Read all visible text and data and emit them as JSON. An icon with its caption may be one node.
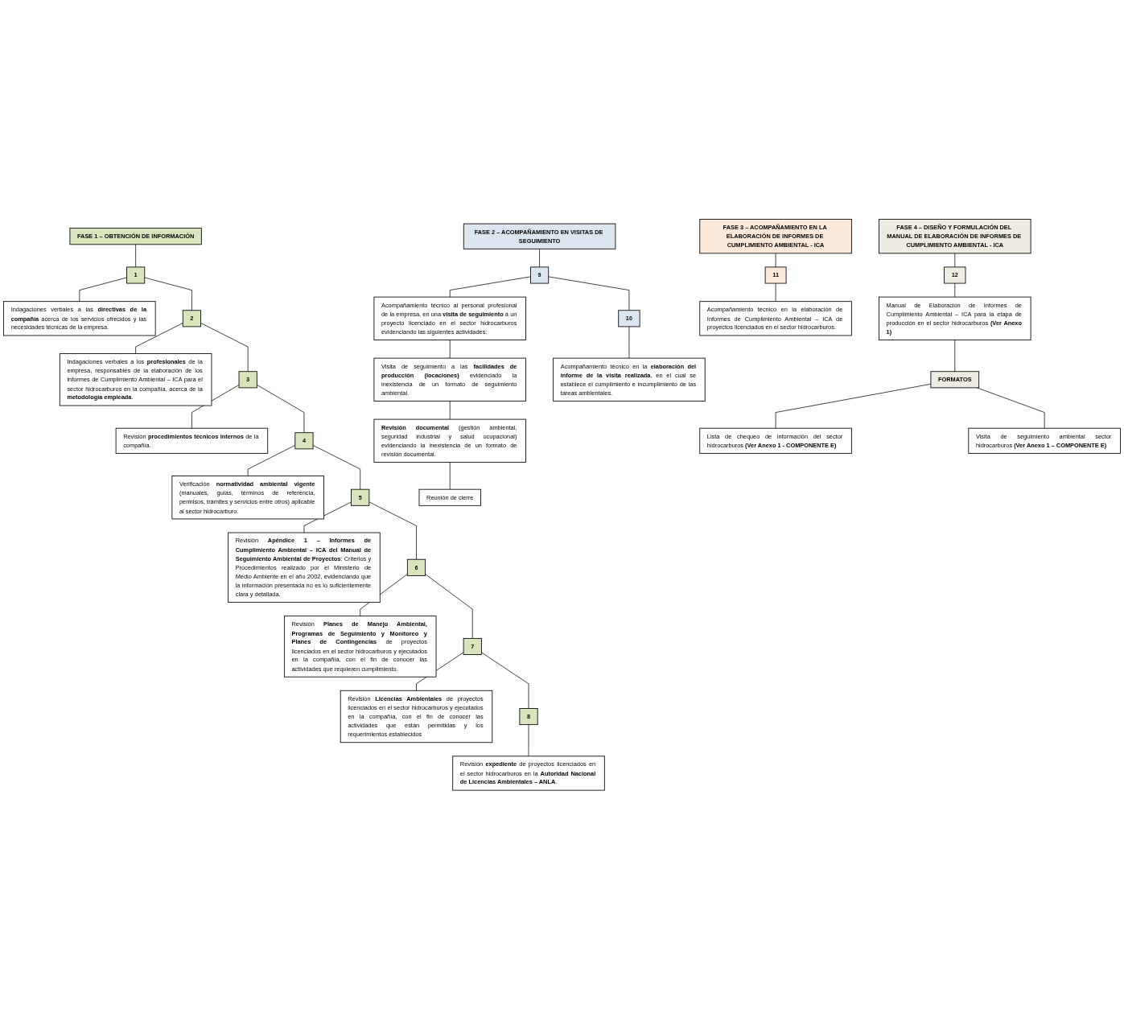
{
  "diagram": {
    "nodes": [
      {
        "text": [
          "FASE 1 – OBTENCIÓN DE INFORMACIÓN"
        ]
      },
      {
        "text": [
          "1"
        ]
      },
      {
        "text": [
          "Indagaciones verbales a las **directivas de la compañía** acerca de los servicios ofrecidos y las necesidades técnicas de la empresa."
        ]
      },
      {
        "text": [
          "2"
        ]
      },
      {
        "text": [
          "Indagaciones verbales a los **profesionales** de la empresa, responsables de la elaboración de los informes de Cumplimiento Ambiental – ICA para el sector hidrocarburos en la compañía, acerca de la **metodología empleada**."
        ]
      },
      {
        "text": [
          "3"
        ]
      },
      {
        "text": [
          "Revisión **procedimientos técnicos internos** de la compañía."
        ]
      },
      {
        "text": [
          "4"
        ]
      },
      {
        "text": [
          "Verificación **normatividad ambiental vigente** (manuales, guías, términos de referencia, permisos, trámites y servicios entre otros) aplicable al sector hidrocarburo."
        ]
      },
      {
        "text": [
          "5"
        ]
      },
      {
        "text": [
          "Revisión **Apéndice 1 – Informes de Cumplimiento Ambiental – ICA del Manual de Seguimiento Ambiental de Proyectos**: Criterios y Procedimientos realizado por el Ministerio de Medio Ambiente en el año 2002, evidenciando que la información presentada no es lo suficientemente clara y detallada."
        ]
      },
      {
        "text": [
          "6"
        ]
      },
      {
        "text": [
          "Revisión **Planes de Manejo Ambiental, Programas de Seguimiento y Monitoreo y Planes de Contingencias** de proyectos licenciados en el sector hidrocarburos y ejecutados en la compañía, con el fin de conocer las actividades que requieren cumplimiento."
        ]
      },
      {
        "text": [
          "7"
        ]
      },
      {
        "text": [
          "Revisión **Licencias Ambientales** de proyectos licenciados en el sector hidrocarburos y ejecutados en la compañía, con el fin de conocer las actividades que están permitidas y los requerimientos establecidos"
        ]
      },
      {
        "text": [
          "8"
        ]
      },
      {
        "text": [
          "Revisión **expediente** de proyectos licenciados en el sector hidrocarburos en la **Autoridad Nacional de Licencias Ambientales – ANLA**."
        ]
      },
      {
        "text": [
          "FASE 2 – ACOMPAÑAMIENTO EN VISITAS DE SEGUIMIENTO"
        ]
      },
      {
        "text": [
          "9"
        ]
      },
      {
        "text": [
          "Acompañamiento técnico al personal profesional de la empresa, en una **visita de seguimiento** a un proyecto licenciado en el sector hidrocarburos evidenciando las siguientes actividades:"
        ]
      },
      {
        "text": [
          "Visita de seguimiento a las **facilidades de producción (locaciones)** evidenciado la inexistencia de un formato de seguimiento ambiental."
        ]
      },
      {
        "text": [
          "**Revisión documental** (gestión ambiental, seguridad industrial y salud ocupacional) evidenciando la inexistencia de un formato de revisión documental."
        ]
      },
      {
        "text": [
          "Reunión de cierre"
        ]
      },
      {
        "text": [
          "10"
        ]
      },
      {
        "text": [
          "Acompañamiento técnico en la **elaboración del informe de la visita realizada**, en el cual se establece el cumplimiento e incumplimiento de las tareas ambientales."
        ]
      },
      {
        "text": [
          "FASE 3 – ACOMPAÑAMIENTO EN LA ELABORACIÓN DE INFORMES DE CUMPLIMIENTO AMBIENTAL - ICA"
        ]
      },
      {
        "text": [
          "11"
        ]
      },
      {
        "text": [
          "Acompañamiento técnico en la elaboración de Informes de Cumplimiento Ambiental – ICA de proyectos licenciados en el sector hidrocarburos."
        ]
      },
      {
        "text": [
          "FASE 4 – DISEÑO Y FORMULACIÓN DEL MANUAL DE ELABORACIÓN DE INFORMES DE CUMPLIMIENTO AMBIENTAL - ICA"
        ]
      },
      {
        "text": [
          "12"
        ]
      },
      {
        "text": [
          "Manual de Elaboración de Informes de Cumplimiento Ambiental – ICA para la etapa de producción en el sector hidrocarburos **(Ver Anexo 1)**"
        ]
      },
      {
        "text": [
          "FORMATOS"
        ]
      },
      {
        "text": [
          "Lista de chequeo de información del sector hidrocarburos **(Ver Anexo 1 - COMPONENTE E)**"
        ]
      },
      {
        "text": [
          "Visita de seguimiento ambiental sector hidrocarburos **(Ver Anexo 1 – COMPONENTE E)**"
        ]
      }
    ],
    "edges": [
      {
        "from": 0,
        "to": 1,
        "arrow": "none"
      },
      {
        "from": 1,
        "to": 2,
        "arrow": "none"
      },
      {
        "from": 1,
        "to": 3,
        "arrow": "none"
      },
      {
        "from": 3,
        "to": 4,
        "arrow": "none"
      },
      {
        "from": 3,
        "to": 5,
        "arrow": "none"
      },
      {
        "from": 5,
        "to": 6,
        "arrow": "none"
      },
      {
        "from": 5,
        "to": 7,
        "arrow": "none"
      },
      {
        "from": 7,
        "to": 8,
        "arrow": "none"
      },
      {
        "from": 7,
        "to": 9,
        "arrow": "none"
      },
      {
        "from": 9,
        "to": 10,
        "arrow": "none"
      },
      {
        "from": 9,
        "to": 11,
        "arrow": "none"
      },
      {
        "from": 11,
        "to": 12,
        "arrow": "none"
      },
      {
        "from": 11,
        "to": 13,
        "arrow": "none"
      },
      {
        "from": 13,
        "to": 14,
        "arrow": "none"
      },
      {
        "from": 13,
        "to": 15,
        "arrow": "none"
      },
      {
        "from": 15,
        "to": 16,
        "arrow": "none"
      },
      {
        "from": 17,
        "to": 18,
        "arrow": "none"
      },
      {
        "from": 18,
        "to": 19,
        "arrow": "none"
      },
      {
        "from": 19,
        "to": 20,
        "arrow": "none"
      },
      {
        "from": 20,
        "to": 21,
        "arrow": "none"
      },
      {
        "from": 21,
        "to": 22,
        "arrow": "none"
      },
      {
        "from": 18,
        "to": 23,
        "arrow": "none"
      },
      {
        "from": 23,
        "to": 24,
        "arrow": "none"
      },
      {
        "from": 25,
        "to": 26,
        "arrow": "none"
      },
      {
        "from": 26,
        "to": 27,
        "arrow": "none"
      },
      {
        "from": 28,
        "to": 29,
        "arrow": "none"
      },
      {
        "from": 29,
        "to": 30,
        "arrow": "none"
      },
      {
        "from": 30,
        "to": 31,
        "arrow": "none"
      },
      {
        "from": 31,
        "to": 32,
        "arrow": "none"
      },
      {
        "from": 31,
        "to": 33,
        "arrow": "none"
      }
    ]
  }
}
